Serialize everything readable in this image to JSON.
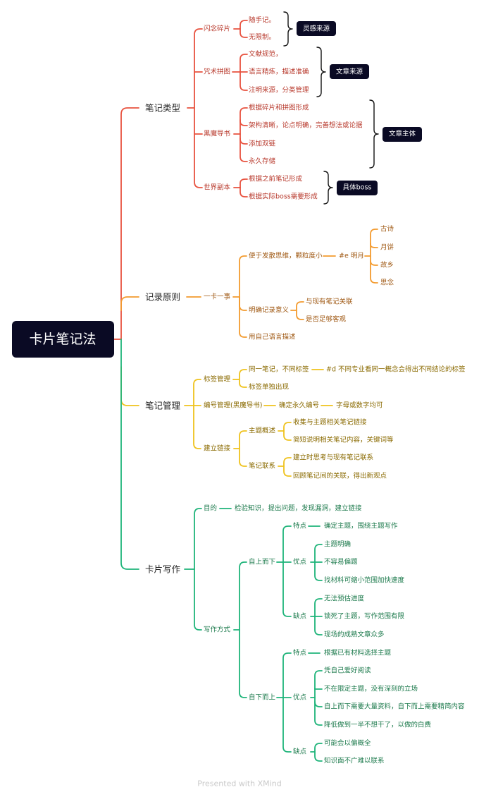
{
  "root": "卡片笔记法",
  "footer": "Presented with XMind",
  "colors": {
    "red": "#e8523f",
    "orange": "#f39b2f",
    "yellow": "#efc21d",
    "green": "#1fb47a",
    "root_bg": "#0a0a24",
    "tag_bg": "#0a0a24"
  },
  "branches": {
    "types": {
      "label": "笔记类型",
      "fleeting": {
        "label": "闪念碎片",
        "items": [
          "随手记。",
          "无限制。"
        ],
        "tag": "灵感来源"
      },
      "literature": {
        "label": "咒术拼图",
        "items": [
          "文献规范，",
          "语言精炼，描述准确",
          "注明来源，分类管理"
        ],
        "tag": "文章来源"
      },
      "permanent": {
        "label": "黑魔导书",
        "items": [
          "根据碎片和拼图形成",
          "架构清晰，论点明确，完善想法或论据",
          "添加双链",
          "永久存储"
        ],
        "tag": "文章主体"
      },
      "project": {
        "label": "世界副本",
        "items": [
          "根据之前笔记形成",
          "根据实际boss需要形成"
        ],
        "tag": "具体boss"
      }
    },
    "principles": {
      "label": "记录原则",
      "one_card": "一卡一事",
      "divergent": {
        "label": "便于发散思维，颗粒度小",
        "tag_note": "#e 明月",
        "words": [
          "古诗",
          "月饼",
          "故乡",
          "思念"
        ]
      },
      "meaning": {
        "label": "明确记录意义",
        "items": [
          "与现有笔记关联",
          "是否足够客观"
        ]
      },
      "own_words": "用自己语言描述"
    },
    "management": {
      "label": "笔记管理",
      "tags": {
        "label": "标签管理",
        "same_note": "同一笔记，不同标签",
        "same_note_detail": "#d 不同专业看同一概念会得出不同结论的标签",
        "separate": "标签单独出现"
      },
      "numbering": {
        "label": "编号管理(黑魔导书)",
        "step": "确定永久编号",
        "detail": "字母或数字均可"
      },
      "linking": {
        "label": "建立链接",
        "overview": {
          "label": "主题概述",
          "items": [
            "收集与主题相关笔记链接",
            "简短说明相关笔记内容，关键词等"
          ]
        },
        "connect": {
          "label": "笔记联系",
          "items": [
            "建立时思考与现有笔记联系",
            "回顾笔记间的关联，得出新观点"
          ]
        }
      }
    },
    "writing": {
      "label": "卡片写作",
      "purpose": {
        "label": "目的",
        "text": "检验知识，提出问题，发现漏洞，建立链接"
      },
      "method": {
        "label": "写作方式",
        "top_down": {
          "label": "自上而下",
          "features_label": "特点",
          "features": "确定主题，围绕主题写作",
          "pros_label": "优点",
          "pros": [
            "主题明确",
            "不容易偏题",
            "找材料可缩小范围加快速度"
          ],
          "cons_label": "缺点",
          "cons": [
            "无法预估进度",
            "锁死了主题，写作范围有限",
            "现场的成熟文章众多"
          ]
        },
        "bottom_up": {
          "label": "自下而上",
          "features_label": "特点",
          "features": "根据已有材料选择主题",
          "pros_label": "优点",
          "pros": [
            "凭自己爱好阅读",
            "不在限定主题，没有深刻的立场",
            "自上而下需要大量资料，自下而上需要精简内容",
            "降低做到一半不想干了，以做的白费"
          ],
          "cons_label": "缺点",
          "cons": [
            "可能会以偏概全",
            "知识面不广难以联系"
          ]
        }
      }
    }
  }
}
